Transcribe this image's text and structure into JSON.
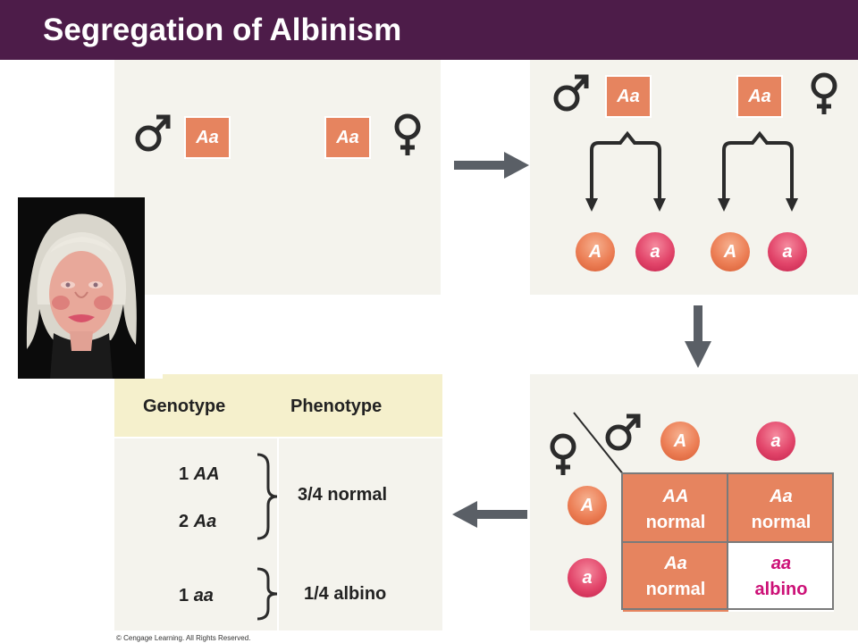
{
  "title": "Segregation of Albinism",
  "parents": {
    "male_genotype": "Aa",
    "female_genotype": "Aa",
    "male_symbol": "male-symbol",
    "female_symbol": "female-symbol"
  },
  "gametes": {
    "male_parent": "Aa",
    "female_parent": "Aa",
    "alleles": [
      "A",
      "a",
      "A",
      "a"
    ]
  },
  "punnett": {
    "col_headers": [
      "A",
      "a"
    ],
    "row_headers": [
      "A",
      "a"
    ],
    "cells": [
      {
        "genotype": "AA",
        "phenotype": "normal"
      },
      {
        "genotype": "Aa",
        "phenotype": "normal"
      },
      {
        "genotype": "Aa",
        "phenotype": "normal"
      },
      {
        "genotype": "aa",
        "phenotype": "albino"
      }
    ]
  },
  "summary": {
    "header_genotype": "Genotype",
    "header_phenotype": "Phenotype",
    "rows": [
      {
        "count": "1",
        "genotype": "AA"
      },
      {
        "count": "2",
        "genotype": "Aa"
      },
      {
        "count": "1",
        "genotype": "aa"
      }
    ],
    "ratio_normal": "3/4 normal",
    "ratio_albino": "1/4 albino"
  },
  "colors": {
    "title_bg": "#4d1c49",
    "genotype_box": "#e6845f",
    "dominant_allele": "#ec7e55",
    "recessive_allele": "#e2456a",
    "albino_text": "#cc1177",
    "arrow": "#5a5f66"
  },
  "copyright": "© Cengage Learning. All Rights Reserved."
}
